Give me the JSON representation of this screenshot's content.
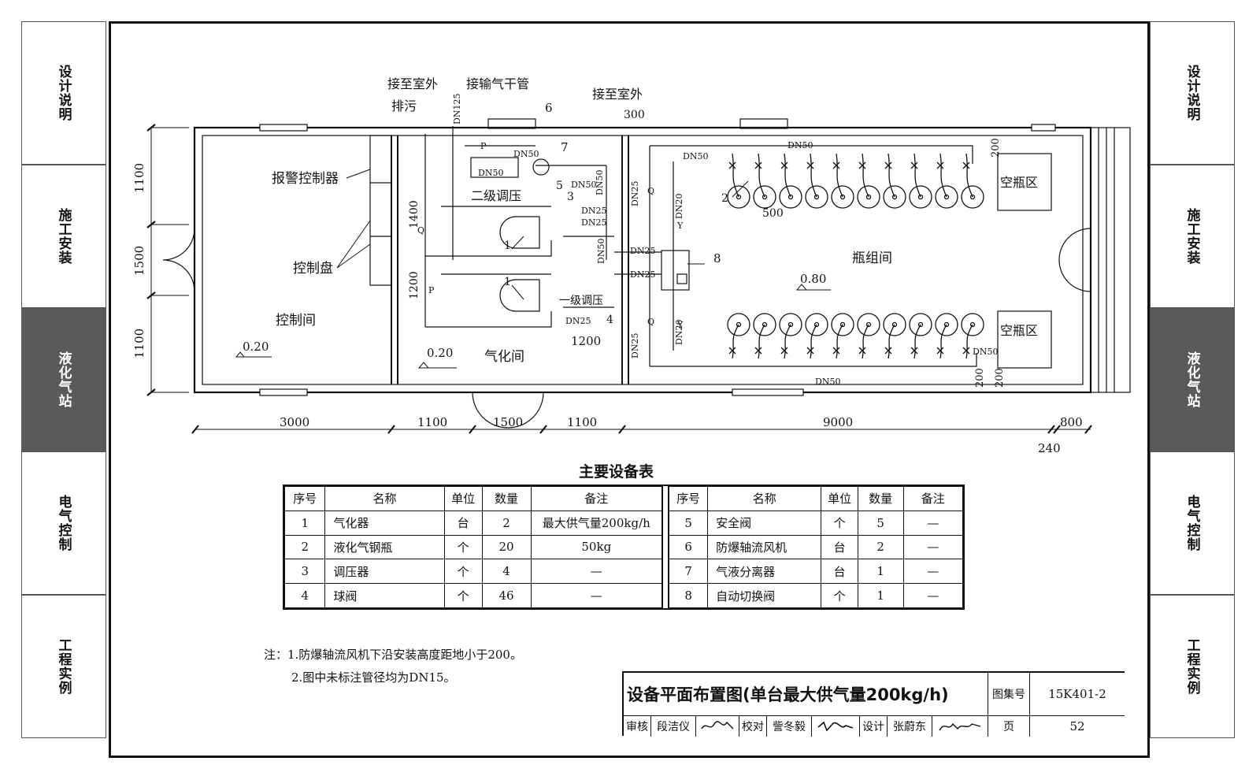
{
  "side_tabs": [
    "设计说明",
    "施工安装",
    "液化气站",
    "电气控制",
    "工程实例"
  ],
  "active_tab_index": 2,
  "plan": {
    "pipe_labels": {
      "to_outside_1": "接至室外",
      "to_gas_main": "接输气干管",
      "drain": "排污",
      "to_outside_2": "接至室外",
      "dn125": "DN125",
      "dim_300": "300",
      "p_mark": "P",
      "q_mark": "Q",
      "y_mark": "Y"
    },
    "rooms": {
      "control": "控制间",
      "vaporizer": "气化间",
      "cylinder": "瓶组间",
      "empty_zone": "空瓶区"
    },
    "equipment_labels": {
      "alarm": "报警控制器",
      "panel": "控制盘",
      "second_stage": "二级调压",
      "first_stage": "一级调压"
    },
    "levels": {
      "control": "0.20",
      "vaporizer": "0.20",
      "cylinder": "0.80"
    },
    "pipe_sizes": {
      "dn50": "DN50",
      "dn25": "DN25",
      "dn20": "DN20"
    },
    "callouts": [
      "1",
      "1",
      "2",
      "3",
      "4",
      "5",
      "6",
      "7",
      "8"
    ],
    "inner_dims": {
      "d1400": "1400",
      "d1200": "1200",
      "d1200b": "1200",
      "d500": "500",
      "d200": "200",
      "d200b": "200",
      "d200c": "200"
    },
    "left_dims": [
      "1100",
      "1500",
      "1100"
    ],
    "bottom_dims": [
      "3000",
      "1100",
      "1500",
      "1100",
      "9000",
      "800"
    ],
    "dim_240": "240"
  },
  "table": {
    "title": "主要设备表",
    "headers": [
      "序号",
      "名称",
      "单位",
      "数量",
      "备注"
    ],
    "left_rows": [
      [
        "1",
        "气化器",
        "台",
        "2",
        "最大供气量200kg/h"
      ],
      [
        "2",
        "液化气钢瓶",
        "个",
        "20",
        "50kg"
      ],
      [
        "3",
        "调压器",
        "个",
        "4",
        "—"
      ],
      [
        "4",
        "球阀",
        "个",
        "46",
        "—"
      ]
    ],
    "right_rows": [
      [
        "5",
        "安全阀",
        "个",
        "5",
        "—"
      ],
      [
        "6",
        "防爆轴流风机",
        "台",
        "2",
        "—"
      ],
      [
        "7",
        "气液分离器",
        "台",
        "1",
        "—"
      ],
      [
        "8",
        "自动切换阀",
        "个",
        "1",
        "—"
      ]
    ]
  },
  "notes": [
    "注：1.防爆轴流风机下沿安装高度距地小于200。",
    "2.图中未标注管径均为DN15。"
  ],
  "title_block": {
    "title": "设备平面布置图(单台最大供气量200kg/h)",
    "atlas_label": "图集号",
    "atlas_no": "15K401-2",
    "review_label": "审核",
    "reviewer": "段洁仪",
    "check_label": "校对",
    "checker": "訾冬毅",
    "design_label": "设计",
    "designer": "张蔚东",
    "page_label": "页",
    "page_no": "52"
  },
  "colors": {
    "line": "#111111",
    "active_tab": "#5a5a5a"
  }
}
